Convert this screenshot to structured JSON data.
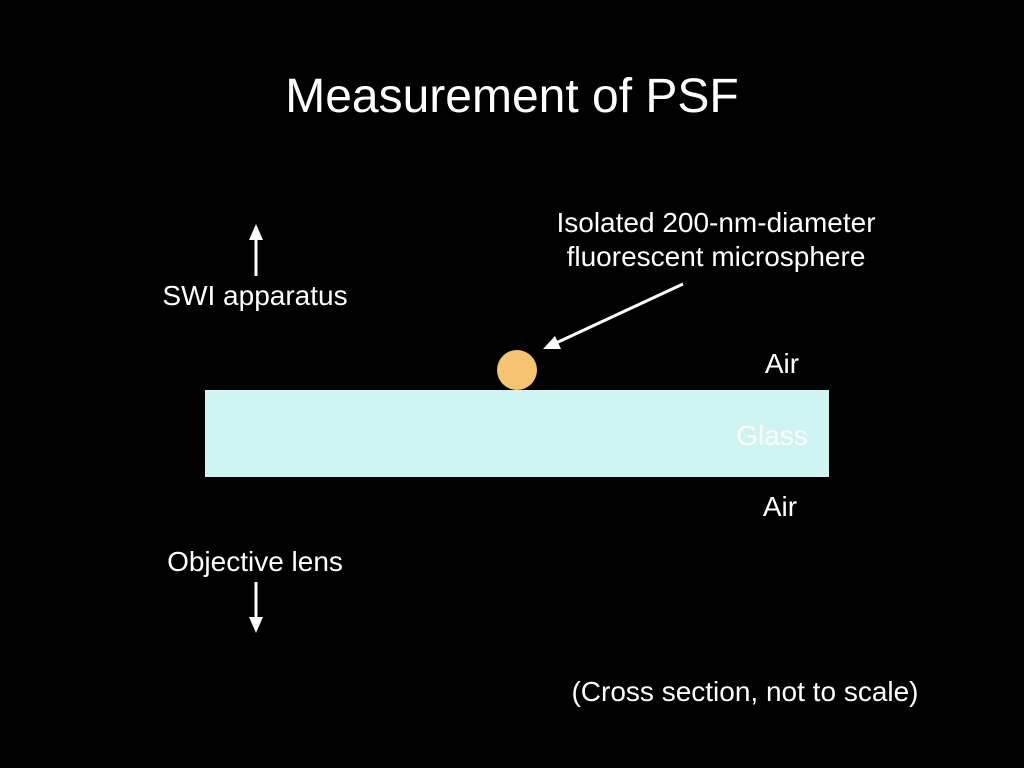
{
  "slide": {
    "title": "Measurement of PSF"
  },
  "diagram": {
    "microsphere_label_line1": "Isolated 200-nm-diameter",
    "microsphere_label_line2": "fluorescent microsphere",
    "swi_label": "SWI apparatus",
    "objective_label": "Objective lens",
    "air_top_label": "Air",
    "glass_label": "Glass",
    "air_bottom_label": "Air",
    "note": "(Cross section, not to scale)"
  },
  "colors": {
    "background": "#000000",
    "text": "#ffffff",
    "glass": "#cff5f2",
    "microsphere": "#f5c46e",
    "arrow": "#ffffff"
  },
  "icons": {
    "up_arrow": "arrow-up-icon",
    "down_arrow": "arrow-down-icon",
    "pointer_arrow": "pointer-arrow-icon"
  }
}
